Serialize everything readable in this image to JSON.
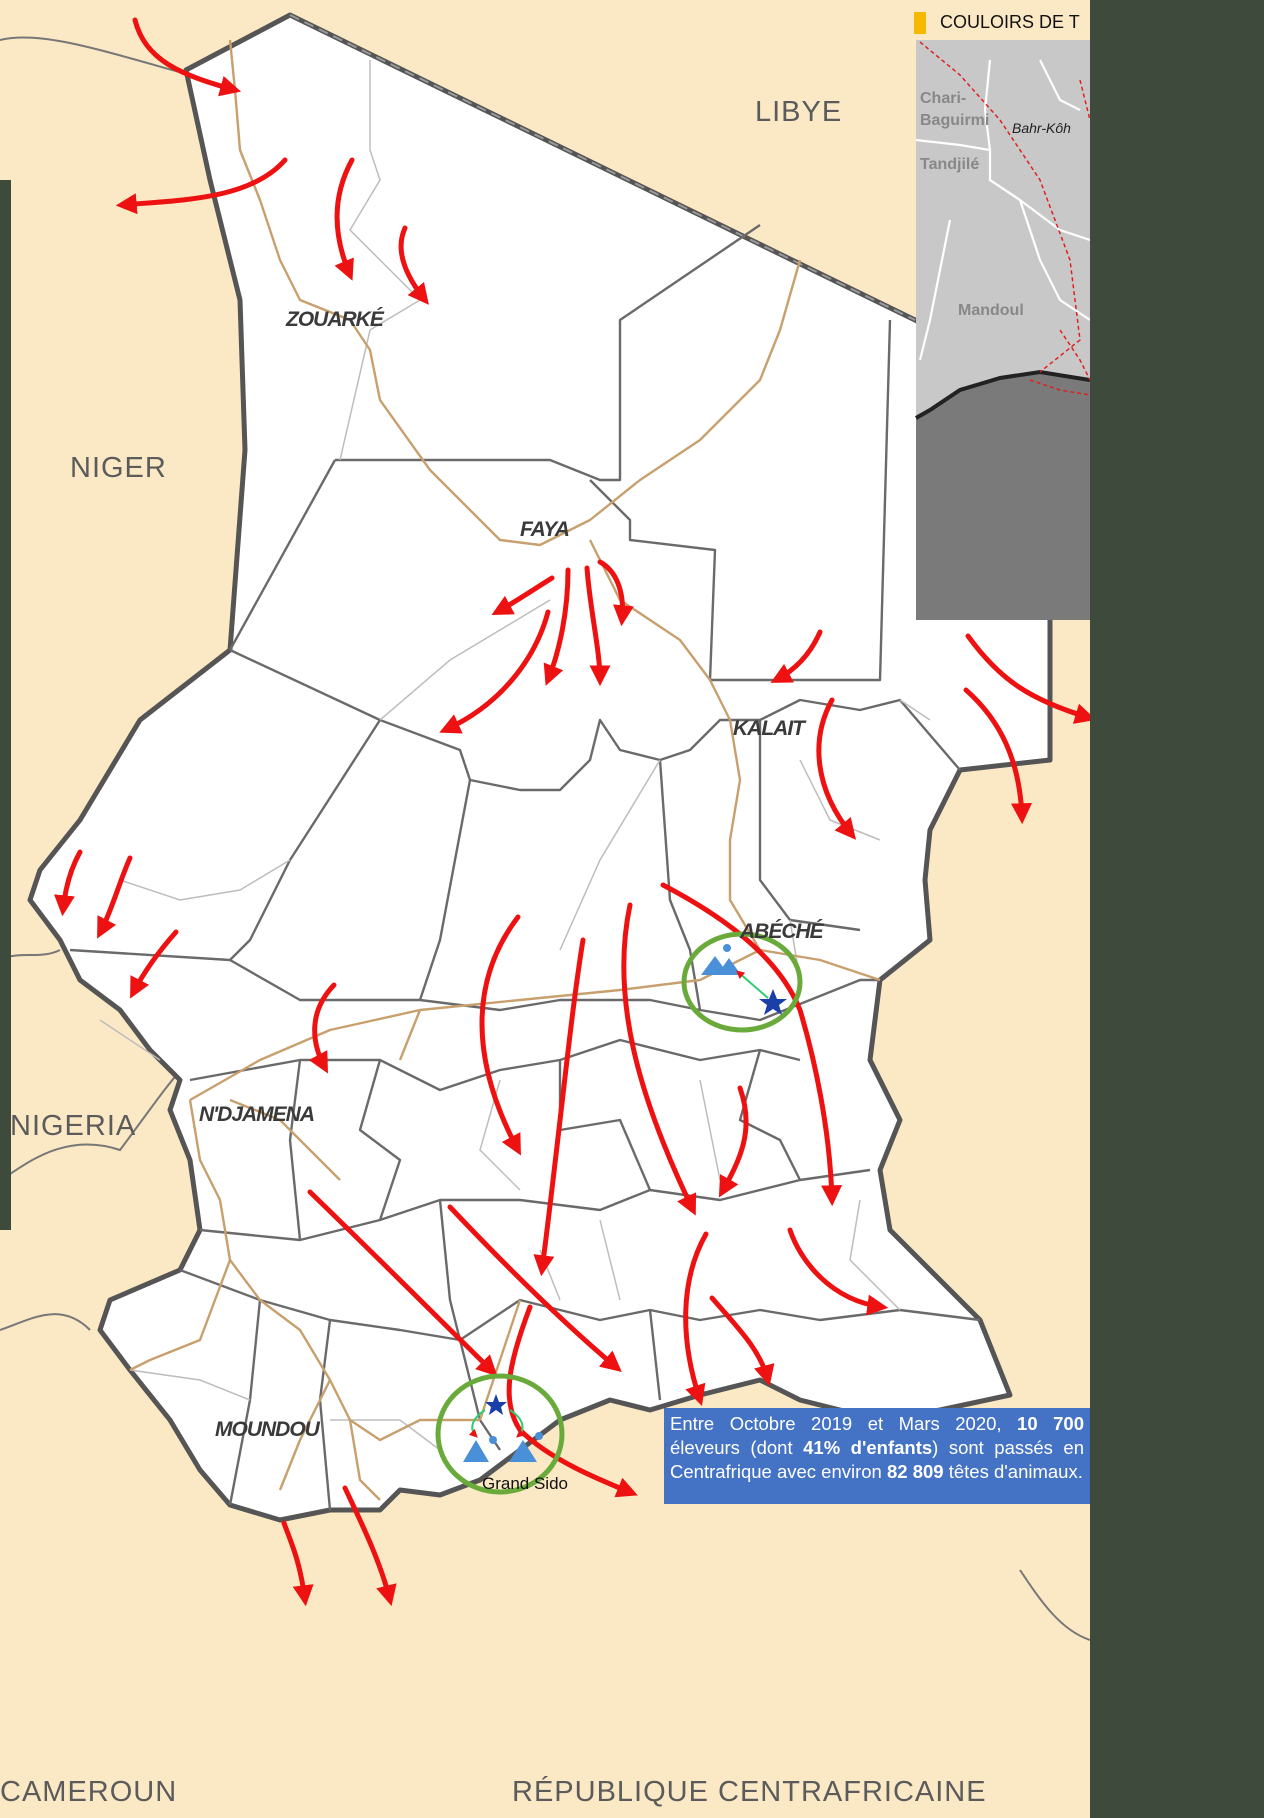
{
  "countries": {
    "libya": "LIBYE",
    "niger": "NIGER",
    "nigeria": "NIGERIA",
    "cameroon": "CAMEROUN",
    "car": "RÉPUBLIQUE CENTRAFRICAINE"
  },
  "cities": {
    "zouarke": "ZOUARKÉ",
    "faya": "FAYA",
    "kalait": "KALAIT",
    "abeche": "ABÉCHÉ",
    "ndjamena": "N'DJAMENA",
    "moundou": "MOUNDOU"
  },
  "sites": {
    "grand_sido": "Grand Sido"
  },
  "inset": {
    "title": "COULOIRS DE T",
    "regions": {
      "chari_baguirmi": "Chari-Baguirmi",
      "tandjile": "Tandjilé",
      "mandoul": "Mandoul",
      "bahr_koh": "Bahr-Kôh"
    }
  },
  "info_box": {
    "text_1": "Entre Octobre 2019 et Mars 2020, ",
    "bold_1": "10 700",
    "text_2": " éleveurs (dont ",
    "bold_2": "41% d'enfants",
    "text_3": ") sont passés en Centrafrique avec environ ",
    "bold_3": "82 809",
    "text_4": " têtes d'animaux."
  },
  "colors": {
    "land": "#fbe9c5",
    "country_fill": "#ffffff",
    "arrow": "#ee1111",
    "road": "#c8a06e",
    "circle": "#6aaa3a",
    "star": "#1a3fa8",
    "camp_icon": "#4a90d9",
    "info_box": "#4472c4",
    "inset_dark": "#7a7a7a",
    "inset_light": "#c8c8c8"
  }
}
